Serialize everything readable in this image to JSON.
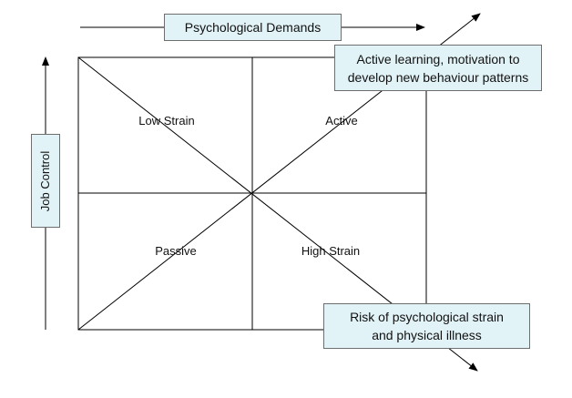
{
  "axes": {
    "x_label": "Psychological Demands",
    "y_label": "Job Control"
  },
  "quadrants": {
    "top_left": "Low Strain",
    "top_right": "Active",
    "bottom_left": "Passive",
    "bottom_right": "High Strain"
  },
  "callouts": {
    "active": {
      "line1": "Active learning, motivation to",
      "line2": "develop new behaviour patterns"
    },
    "strain": {
      "line1": "Risk of psychological strain",
      "line2": "and physical illness"
    }
  },
  "colors": {
    "box_fill": "#e2f3f8",
    "line": "#000000",
    "box_border": "#6e6e6e"
  }
}
